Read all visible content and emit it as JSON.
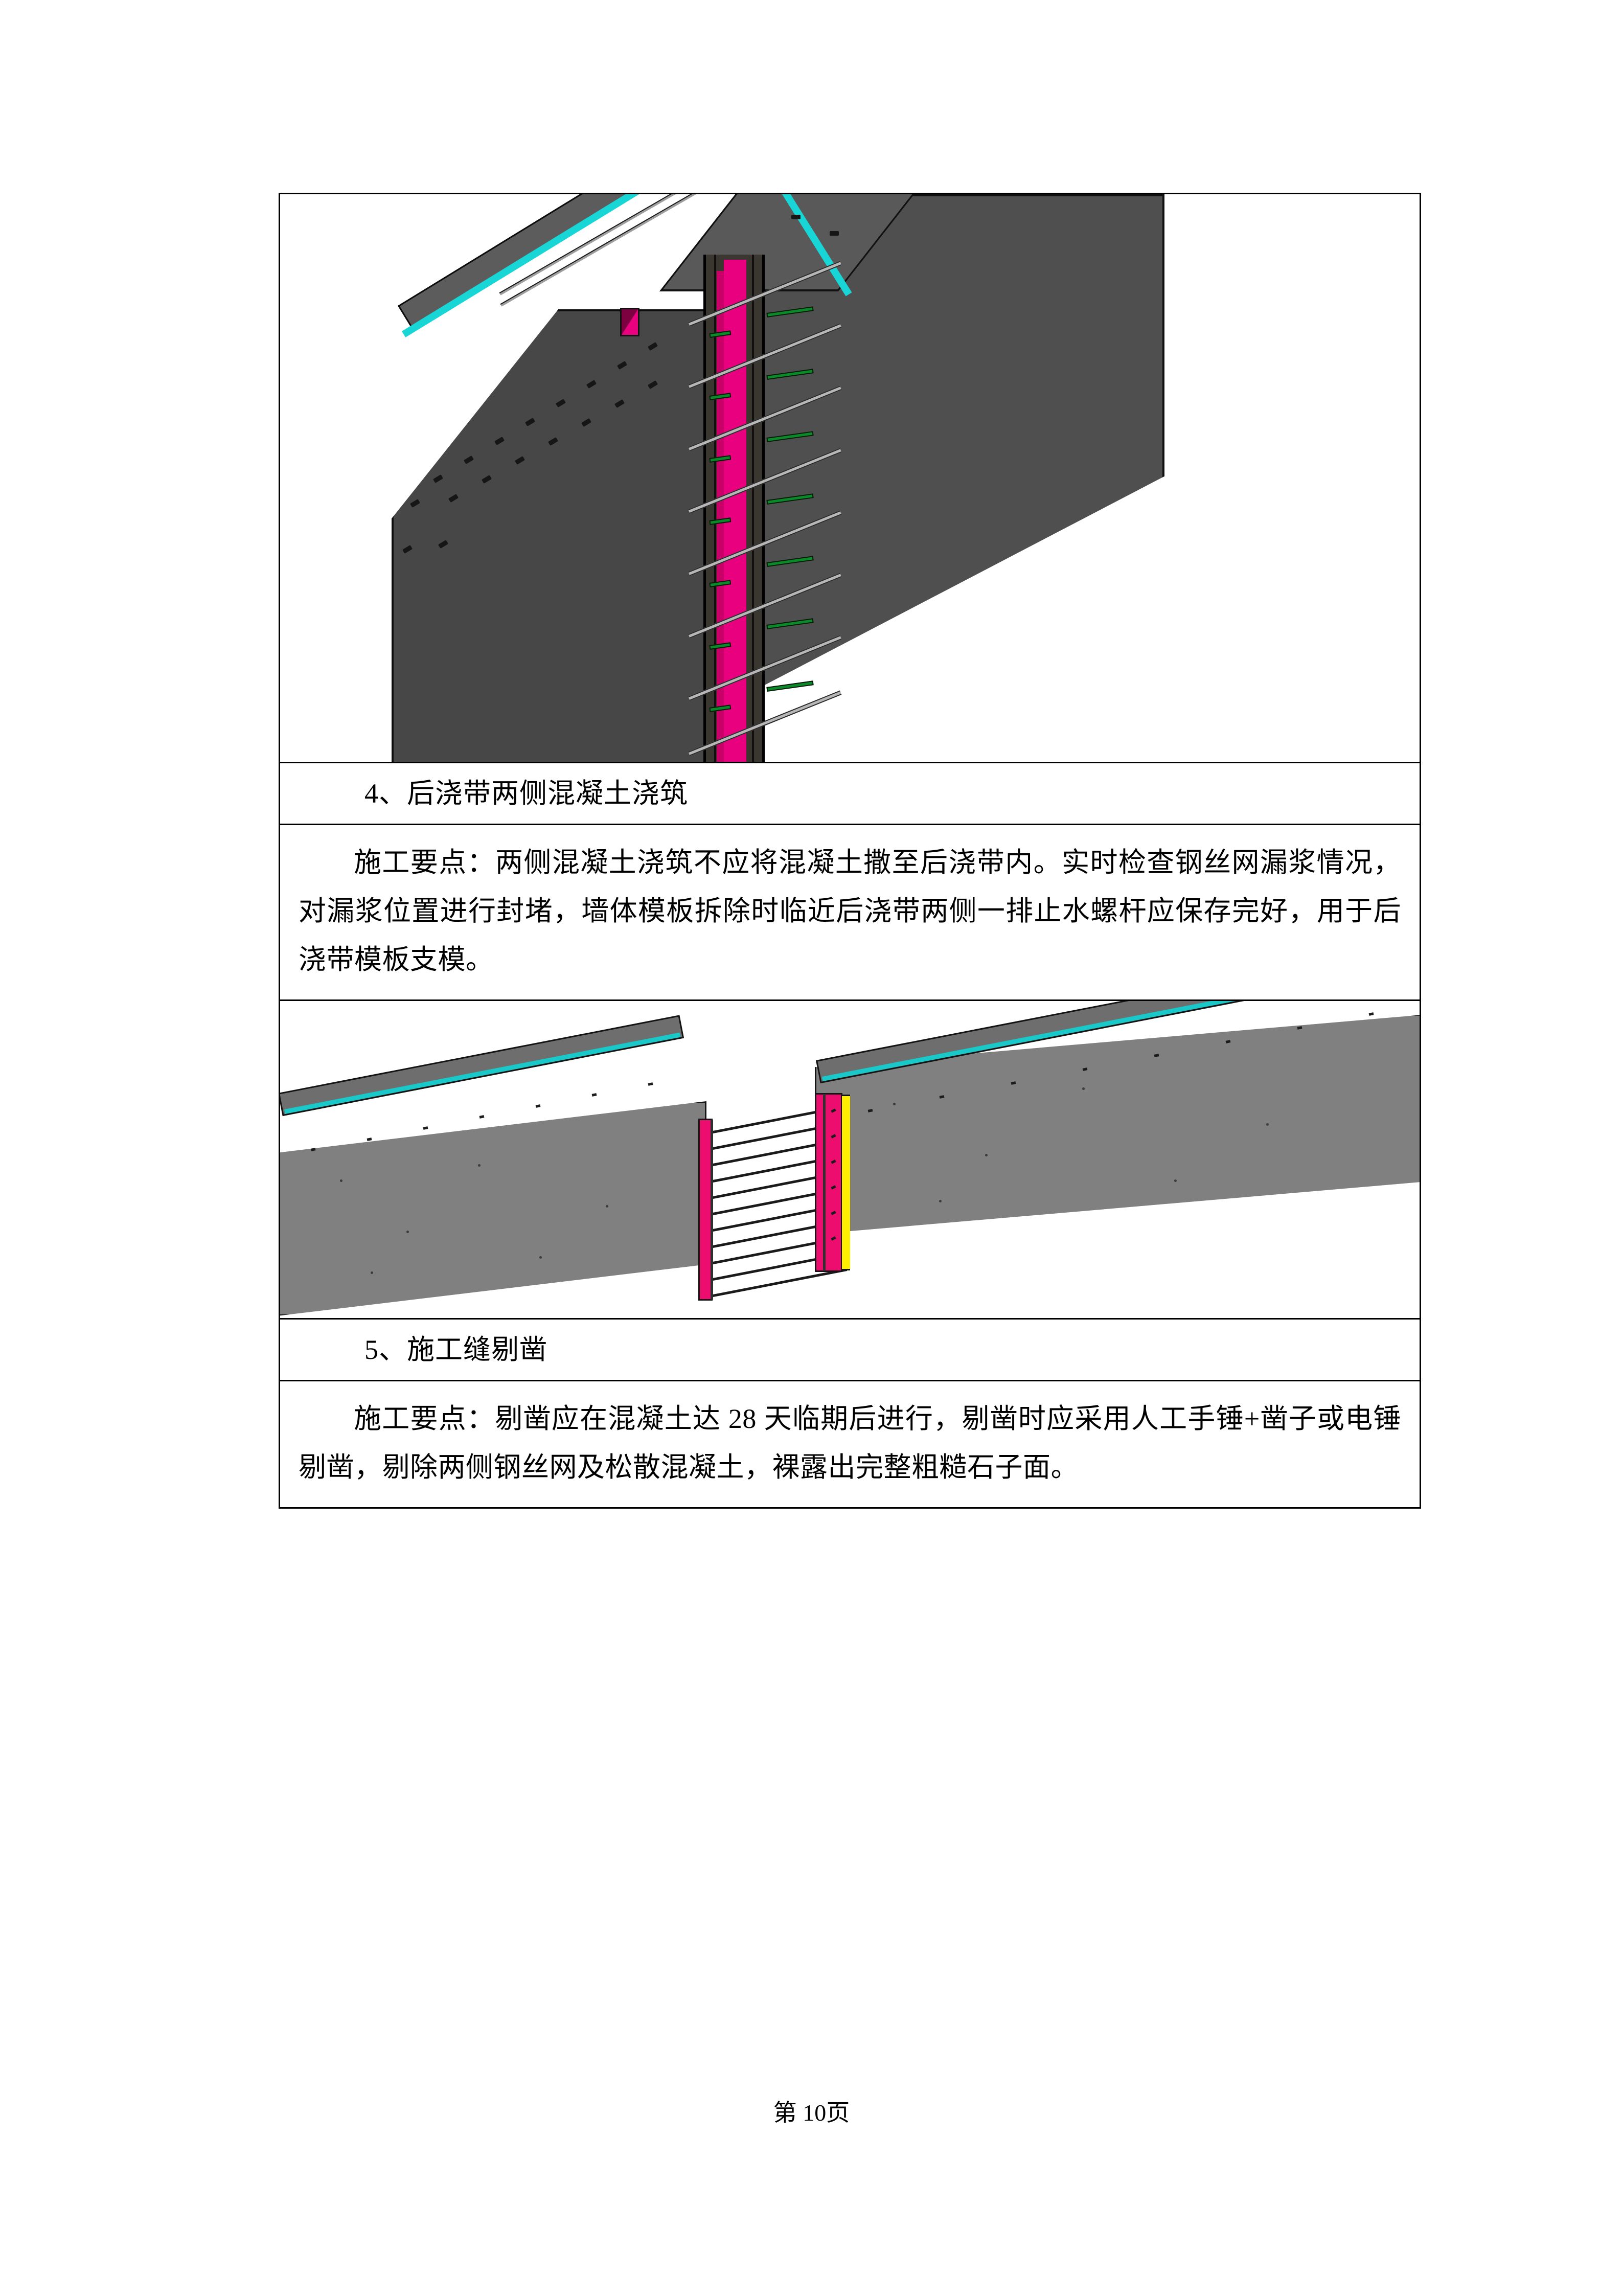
{
  "document": {
    "page_footer": "第 10页"
  },
  "table": {
    "rows": [
      {
        "kind": "figure",
        "name": "post-cast-strip-wall-formwork-3d-view",
        "figure_elements": {
          "concrete_wall_color": "#4f4f4f",
          "post_cast_strip_color": "#3a3630",
          "waterstop_color": "#e8007e",
          "steel_wire_mesh_color": "#19d6d6",
          "tie_rod_color": "#b7b7b7",
          "green_nut_color": "#0b8a2a"
        }
      },
      {
        "kind": "heading",
        "name": "step-4-heading",
        "text": "4、后浇带两侧混凝土浇筑"
      },
      {
        "kind": "body",
        "name": "step-4-body",
        "text": "施工要点：两侧混凝土浇筑不应将混凝土撒至后浇带内。实时检查钢丝网漏浆情况，对漏浆位置进行封堵，墙体模板拆除时临近后浇带两侧一排止水螺杆应保存完好，用于后浇带模板支模。"
      },
      {
        "kind": "figure",
        "name": "construction-joint-chipping-3d-view",
        "figure_elements": {
          "concrete_panel_color": "#808080",
          "strip_edge_color": "#ec0d6e",
          "sealant_strip_color": "#ffee00",
          "waterstop_line_color": "#19c8c8",
          "rebar_color": "#1a1a1a"
        }
      },
      {
        "kind": "heading",
        "name": "step-5-heading",
        "text": "5、施工缝剔凿"
      },
      {
        "kind": "body",
        "name": "step-5-body",
        "text": "施工要点：剔凿应在混凝土达 28 天临期后进行，剔凿时应采用人工手锤+凿子或电锤剔凿，剔除两侧钢丝网及松散混凝土，裸露出完整粗糙石子面。"
      }
    ]
  }
}
